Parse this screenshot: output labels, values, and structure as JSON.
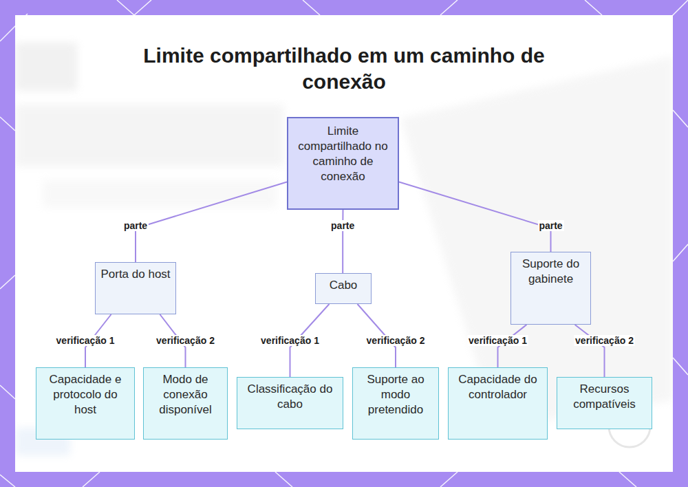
{
  "diagram": {
    "title": "Limite compartilhado em um caminho de conexão",
    "nodes": [
      {
        "text": [
          "Limite compartilhado no caminho de conexão"
        ]
      },
      {
        "text": [
          "Porta do host"
        ]
      },
      {
        "text": [
          "Cabo"
        ]
      },
      {
        "text": [
          "Suporte do gabinete"
        ]
      },
      {
        "text": [
          "Capacidade e protocolo do host"
        ]
      },
      {
        "text": [
          "Modo de conexão disponível"
        ]
      },
      {
        "text": [
          "Classificação do cabo"
        ]
      },
      {
        "text": [
          "Suporte ao modo pretendido"
        ]
      },
      {
        "text": [
          "Capacidade do controlador"
        ]
      },
      {
        "text": [
          "Recursos compatíveis"
        ]
      }
    ],
    "edges": [
      {
        "from": 0,
        "to": 1,
        "label": "parte",
        "arrow": "none"
      },
      {
        "from": 0,
        "to": 2,
        "label": "parte",
        "arrow": "none"
      },
      {
        "from": 0,
        "to": 3,
        "label": "parte",
        "arrow": "none"
      },
      {
        "from": 1,
        "to": 4,
        "label": "verificação 1",
        "arrow": "none"
      },
      {
        "from": 1,
        "to": 5,
        "label": "verificação 2",
        "arrow": "none"
      },
      {
        "from": 2,
        "to": 6,
        "label": "verificação 1",
        "arrow": "none"
      },
      {
        "from": 2,
        "to": 7,
        "label": "verificação 2",
        "arrow": "none"
      },
      {
        "from": 3,
        "to": 8,
        "label": "verificação 1",
        "arrow": "none"
      },
      {
        "from": 3,
        "to": 9,
        "label": "verificação 2",
        "arrow": "none"
      }
    ]
  }
}
